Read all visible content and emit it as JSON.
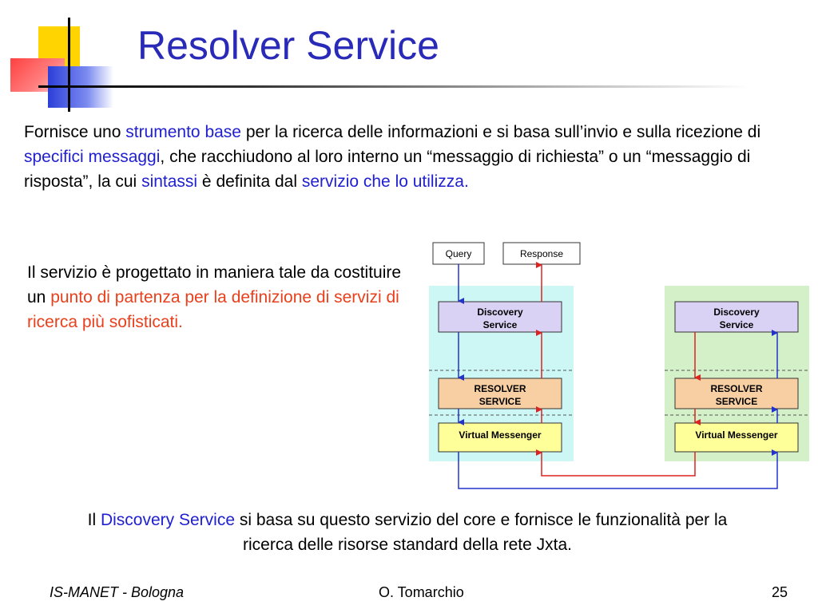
{
  "title": "Resolver Service",
  "para1": {
    "p1": "Fornisce uno ",
    "h1": "strumento base",
    "p2": " per la ricerca delle informazioni e si basa sull’invio e sulla ricezione di ",
    "h2": "specifici messaggi",
    "p3": ", che racchiudono al loro interno un “messaggio di richiesta” o un “messaggio di risposta”, la cui ",
    "h3": "sintassi",
    "p4": " è definita dal ",
    "h4": "servizio che lo utilizza."
  },
  "para2": {
    "p1": "Il servizio è progettato in maniera tale da costituire un ",
    "h1": "punto di partenza per la definizione di servizi di ricerca più sofisticati."
  },
  "para3": {
    "p1": "Il ",
    "h1": "Discovery Service",
    "p2": " si basa su questo servizio del core e fornisce le funzionalità per la ricerca delle risorse standard della rete Jxta."
  },
  "diagram": {
    "query": "Query",
    "response": "Response",
    "left": {
      "discovery_l1": "Discovery",
      "discovery_l2": "Service",
      "resolver_l1": "RESOLVER",
      "resolver_l2": "SERVICE",
      "messenger": "Virtual Messenger"
    },
    "right": {
      "discovery_l1": "Discovery",
      "discovery_l2": "Service",
      "resolver_l1": "RESOLVER",
      "resolver_l2": "SERVICE",
      "messenger": "Virtual Messenger"
    },
    "colors": {
      "left_panel": "#ccf7f5",
      "right_panel": "#d4f0c8",
      "discovery": "#d9d2f4",
      "resolver": "#f8cfa3",
      "messenger": "#ffff99",
      "blue_arrow": "#2233cc",
      "red_arrow": "#dd2222"
    }
  },
  "footer": {
    "left": "IS-MANET - Bologna",
    "center": "O. Tomarchio",
    "page": "25"
  }
}
